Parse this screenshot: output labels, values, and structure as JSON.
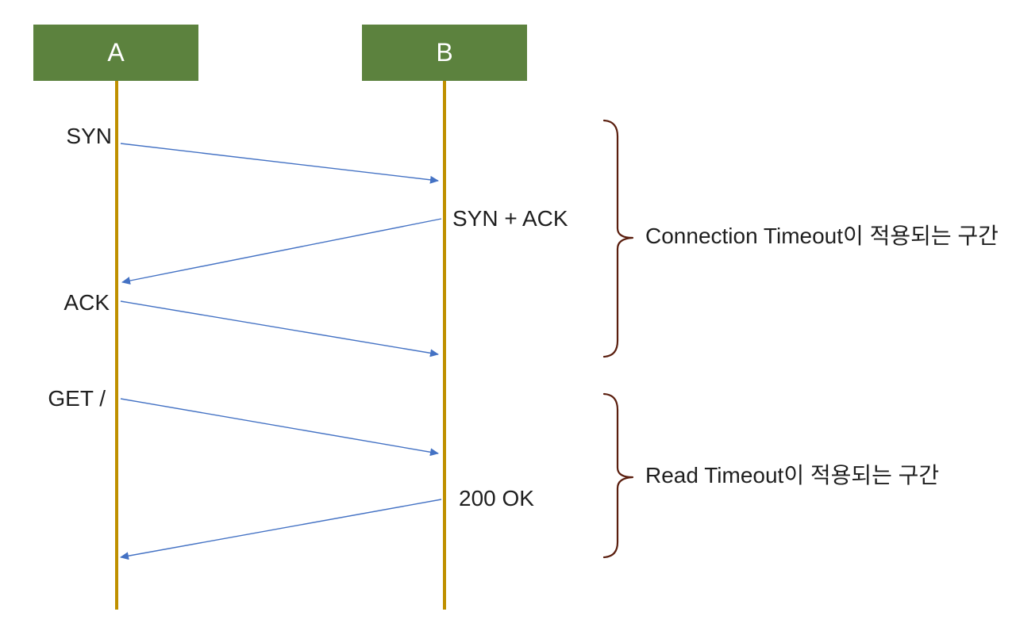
{
  "diagram": {
    "actors": [
      {
        "label": "A"
      },
      {
        "label": "B"
      }
    ],
    "messages": [
      {
        "label": "SYN",
        "from": "A",
        "to": "B"
      },
      {
        "label": "SYN + ACK",
        "from": "B",
        "to": "A"
      },
      {
        "label": "ACK",
        "from": "A",
        "to": "B"
      },
      {
        "label": "GET /",
        "from": "A",
        "to": "B"
      },
      {
        "label": "200 OK",
        "from": "B",
        "to": "A"
      }
    ],
    "annotations": [
      {
        "label": "Connection Timeout이 적용되는 구간"
      },
      {
        "label": "Read Timeout이 적용되는 구간"
      }
    ],
    "colors": {
      "actor_box": "#5c823e",
      "actor_text": "#ffffff",
      "lifeline": "#bf9000",
      "arrow": "#4472c4",
      "brace": "#5a1e0e",
      "label_text": "#1f1f1f",
      "background": "#ffffff"
    }
  }
}
